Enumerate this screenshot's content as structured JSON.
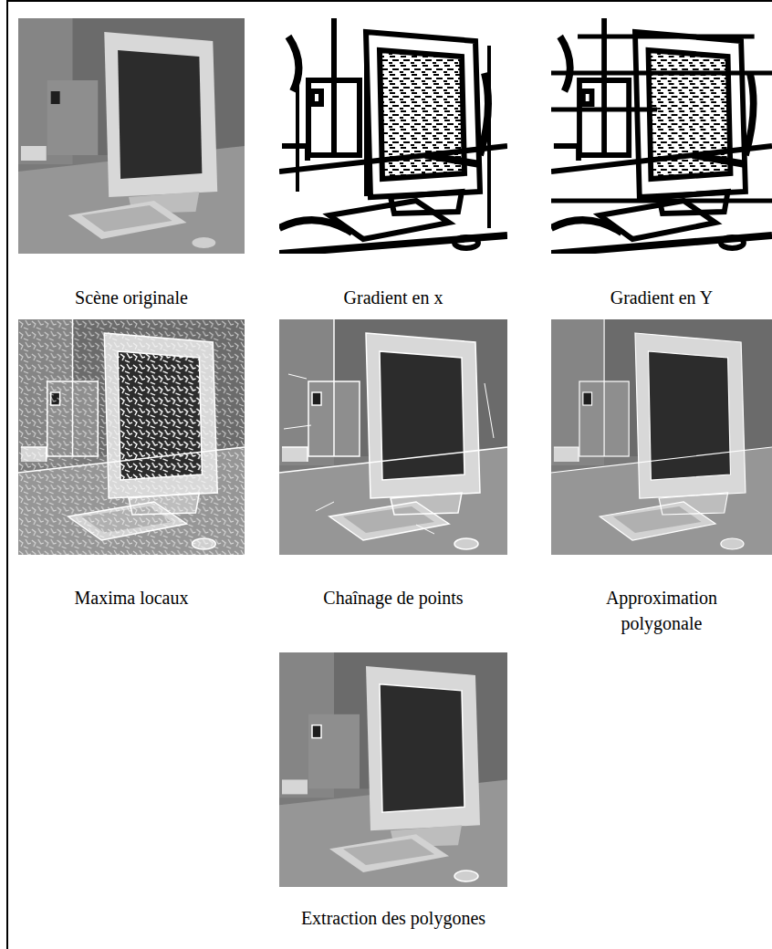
{
  "diagram": {
    "labels": [
      "Scène originale",
      "Gradient en x",
      "Gradient en Y",
      "Maxima locaux",
      "Chaînage de points",
      "Approximation polygonale",
      "Extraction des polygones"
    ]
  }
}
